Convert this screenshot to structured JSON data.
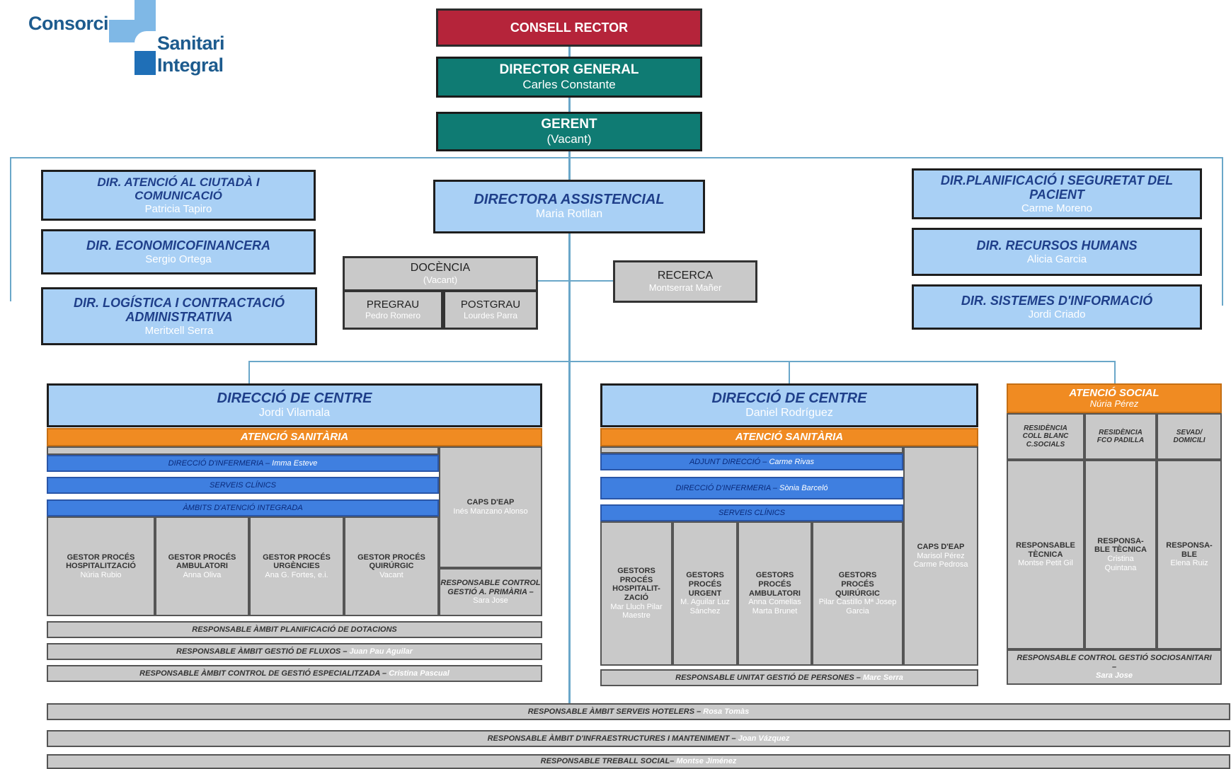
{
  "logo": {
    "word1": "Consorci",
    "word2": "Sanitari Integral",
    "colors": {
      "text": "#1d5b8e",
      "cross_light": "#7fb8e6",
      "cross_dark": "#1f6fb7"
    }
  },
  "top": {
    "consell": "CONSELL RECTOR",
    "director_title": "DIRECTOR GENERAL",
    "director_name": "Carles Constante",
    "gerent_title": "GERENT",
    "gerent_name": "(Vacant)"
  },
  "left_dirs": [
    {
      "title": "DIR. ATENCIÓ AL CIUTADÀ I COMUNICACIÓ",
      "name": "Patricia Tapiro"
    },
    {
      "title": "DIR. ECONOMICOFINANCERA",
      "name": "Sergio Ortega"
    },
    {
      "title": "DIR. LOGÍSTICA I CONTRACTACIÓ ADMINISTRATIVA",
      "name": "Meritxell Serra"
    }
  ],
  "right_dirs": [
    {
      "title": "DIR.PLANIFICACIÓ I SEGURETAT DEL PACIENT",
      "name": "Carme Moreno"
    },
    {
      "title": "DIR. RECURSOS HUMANS",
      "name": "Alicia Garcia"
    },
    {
      "title": "DIR. SISTEMES D'INFORMACIÓ",
      "name": "Jordi Criado"
    }
  ],
  "assistencial": {
    "title": "DIRECTORA ASSISTENCIAL",
    "name": "Maria Rotllan"
  },
  "docencia": {
    "title": "DOCÈNCIA",
    "name": "(Vacant)",
    "pregrau": "PREGRAU",
    "pregrau_name": "Pedro Romero",
    "postgrau": "POSTGRAU",
    "postgrau_name": "Lourdes Parra"
  },
  "recerca": {
    "title": "RECERCA",
    "name": "Montserrat Mañer"
  },
  "centre1": {
    "title": "DIRECCIÓ DE CENTRE",
    "name": "Jordi Vilamala",
    "atencio": "ATENCIÓ SANITÀRIA",
    "rows": [
      {
        "label": "DIRECCIÓ D'INFERMERIA –",
        "name": "Imma Esteve"
      },
      {
        "label": "SERVEIS CLÍNICS",
        "name": ""
      },
      {
        "label": "ÀMBITS D'ATENCIÓ INTEGRADA",
        "name": ""
      }
    ],
    "caps_label": "CAPS D'EAP",
    "caps_name": "Inés Manzano Alonso",
    "resp_primaria": "RESPONSABLE CONTROL GESTIÓ A. PRIMÀRIA –",
    "resp_primaria_name": "Sara Jose",
    "gestors": [
      {
        "label": "GESTOR PROCÉS HOSPITALITZACIÓ",
        "name": "Núria Rubio"
      },
      {
        "label": "GESTOR PROCÉS AMBULATORI",
        "name": "Anna Oliva"
      },
      {
        "label": "GESTOR PROCÉS URGÈNCIES",
        "name": "Ana G. Fortes, e.i."
      },
      {
        "label": "GESTOR PROCÉS QUIRÚRGIC",
        "name": "Vacant"
      }
    ],
    "bars": [
      {
        "label": "RESPONSABLE ÀMBIT PLANIFICACIÓ DE DOTACIONS",
        "name": ""
      },
      {
        "label": "RESPONSABLE ÀMBIT GESTIÓ DE FLUXOS –",
        "name": "Juan Pau Aguilar"
      },
      {
        "label": "RESPONSABLE ÀMBIT CONTROL DE GESTIÓ ESPECIALITZADA –",
        "name": "Cristina Pascual"
      }
    ]
  },
  "centre2": {
    "title": "DIRECCIÓ DE CENTRE",
    "name": "Daniel Rodríguez",
    "atencio": "ATENCIÓ SANITÀRIA",
    "rows": [
      {
        "label": "ADJUNT DIRECCIÓ –",
        "name": "Carme Rivas"
      },
      {
        "label": "DIRECCIÓ D'INFERMERIA –",
        "name": "Sònia Barceló"
      },
      {
        "label": "SERVEIS CLÍNICS",
        "name": ""
      }
    ],
    "caps_label": "CAPS D'EAP",
    "caps_name": "Marisol Pérez Carme Pedrosa",
    "gestors": [
      {
        "label": "GESTORS PROCÉS HOSPITALIT-ZACIÓ",
        "name": "Mar Lluch Pilar Maestre"
      },
      {
        "label": "GESTORS PROCÉS URGENT",
        "name": "M. Aguilar Luz Sánchez"
      },
      {
        "label": "GESTORS PROCÉS AMBULATORI",
        "name": "Anna Comellas Marta Brunet"
      },
      {
        "label": "GESTORS PROCÉS QUIRÚRGIC",
        "name": "Pilar Castillo Mª Josep Garcia"
      }
    ],
    "bar": {
      "label": "RESPONSABLE UNITAT GESTIÓ DE PERSONES –",
      "name": "Marc Serra"
    }
  },
  "social": {
    "title": "ATENCIÓ SOCIAL",
    "name": "Núria Pérez",
    "cols": [
      {
        "head": "RESIDÈNCIA COLL BLANC C.SOCIALS",
        "label": "RESPONSABLE TÈCNICA",
        "name": "Montse Petit Gil"
      },
      {
        "head": "RESIDÈNCIA FCO PADILLA",
        "label": "RESPONSA-BLE TÈCNICA",
        "name": "Cristina Quintana"
      },
      {
        "head": "SEVAD/ DOMICILI",
        "label": "RESPONSA-BLE",
        "name": "Elena Ruiz"
      }
    ],
    "bar": {
      "label": "RESPONSABLE CONTROL GESTIÓ SOCIOSANITARI –",
      "name": "Sara Jose"
    }
  },
  "bottom_bars": [
    {
      "label": "RESPONSABLE ÀMBIT SERVEIS HOTELERS –",
      "name": "Rosa Tomàs"
    },
    {
      "label": "RESPONSABLE ÀMBIT D'INFRAESTRUCTURES I MANTENIMENT –",
      "name": "Joan Vázquez"
    },
    {
      "label": "RESPONSABLE TREBALL SOCIAL–",
      "name": "Montse Jiménez"
    }
  ]
}
